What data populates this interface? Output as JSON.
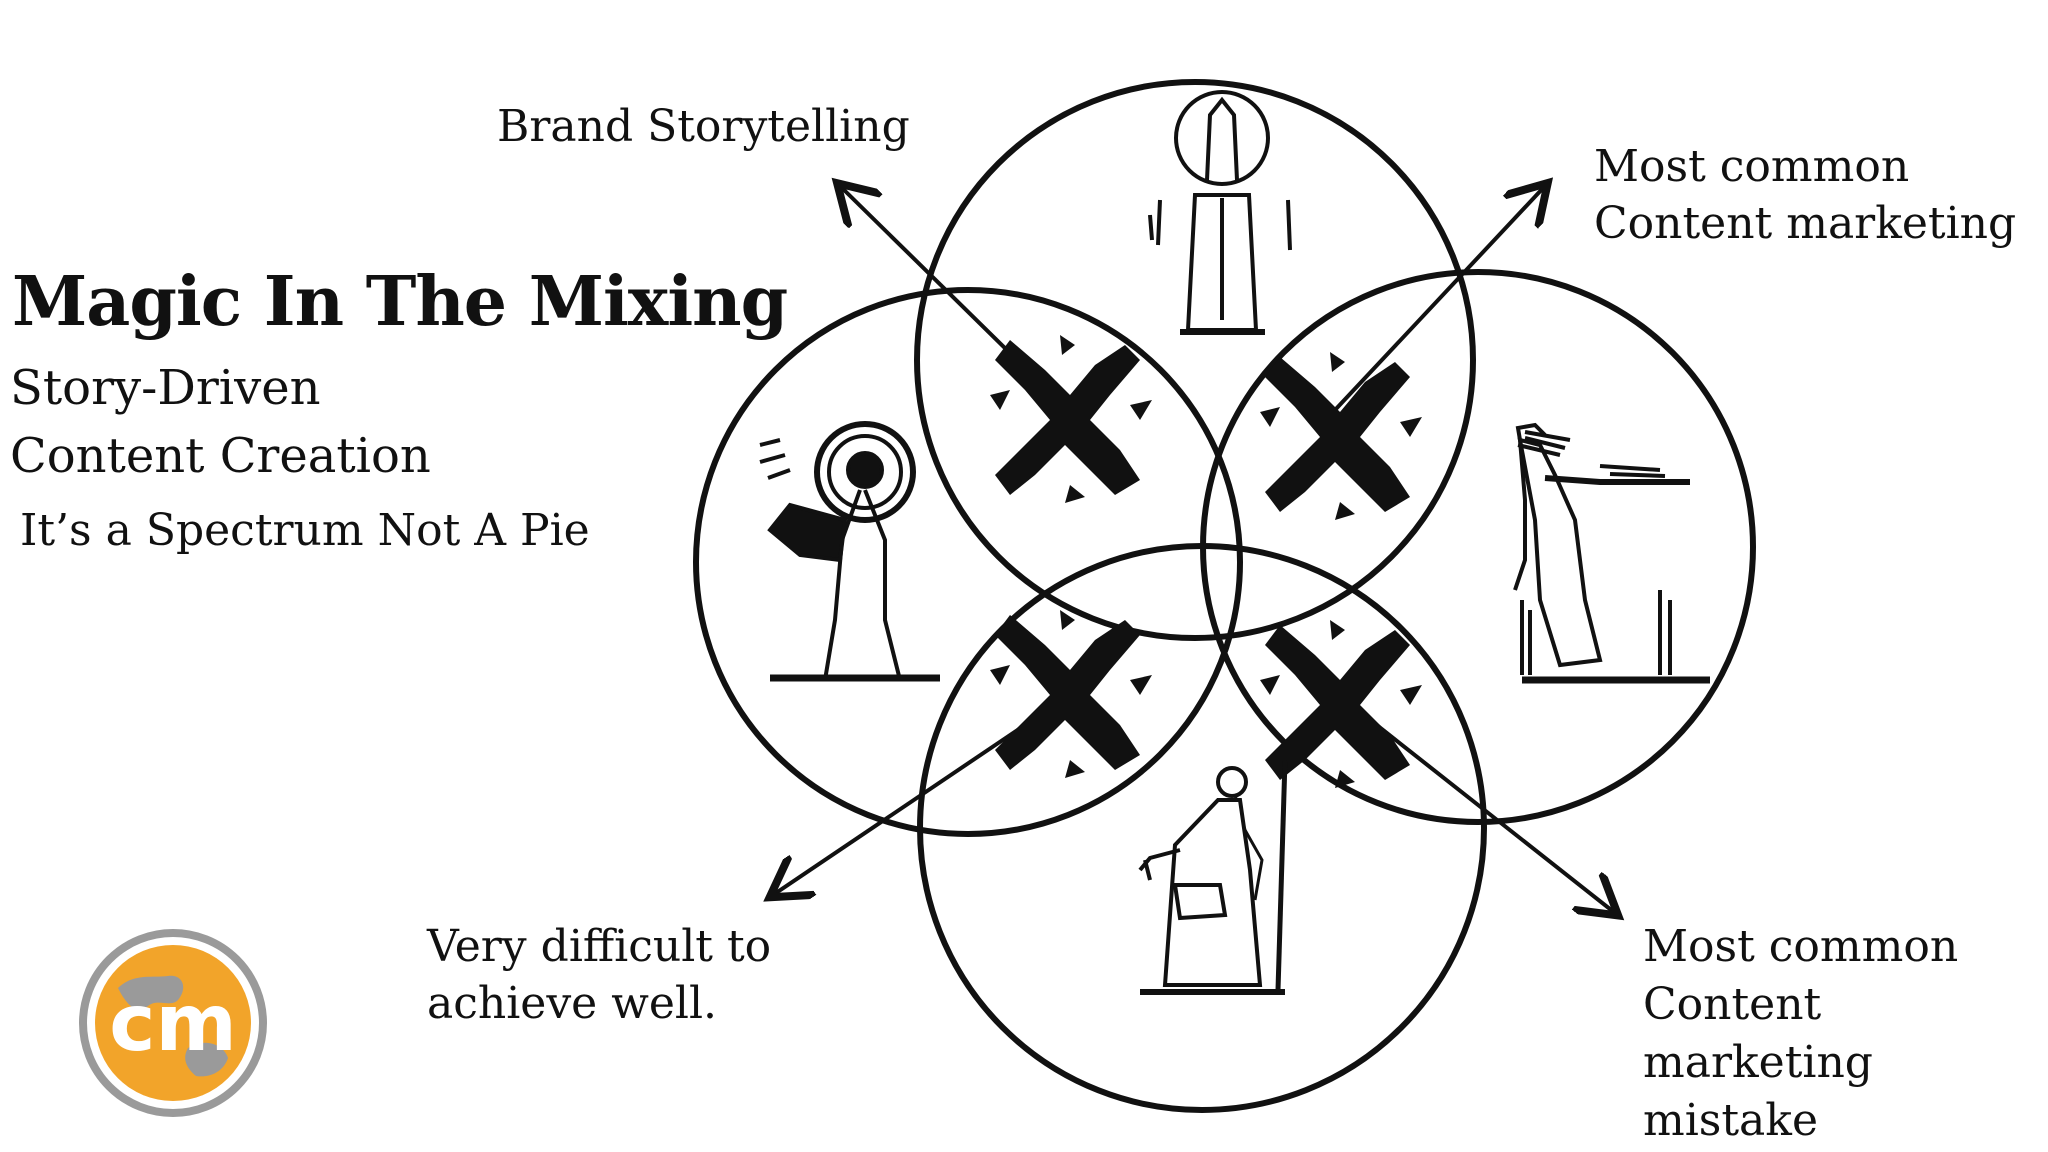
{
  "title": "Magic In The Mixing",
  "subtitle_line1": "Story-Driven",
  "subtitle_line2": "Content Creation",
  "tagline": "It’s a Spectrum Not A Pie",
  "labels": {
    "top_left": "Brand Storytelling",
    "top_right": [
      "Most common",
      "Content marketing"
    ],
    "bottom_left": [
      "Very difficult to",
      "achieve well."
    ],
    "bottom_right": [
      "Most common",
      "Content",
      "marketing",
      "mistake"
    ]
  },
  "logo_text": "cm",
  "colors": {
    "ink": "#111111",
    "logo_orange": "#F2A42A",
    "logo_gray": "#9A9A9A"
  }
}
